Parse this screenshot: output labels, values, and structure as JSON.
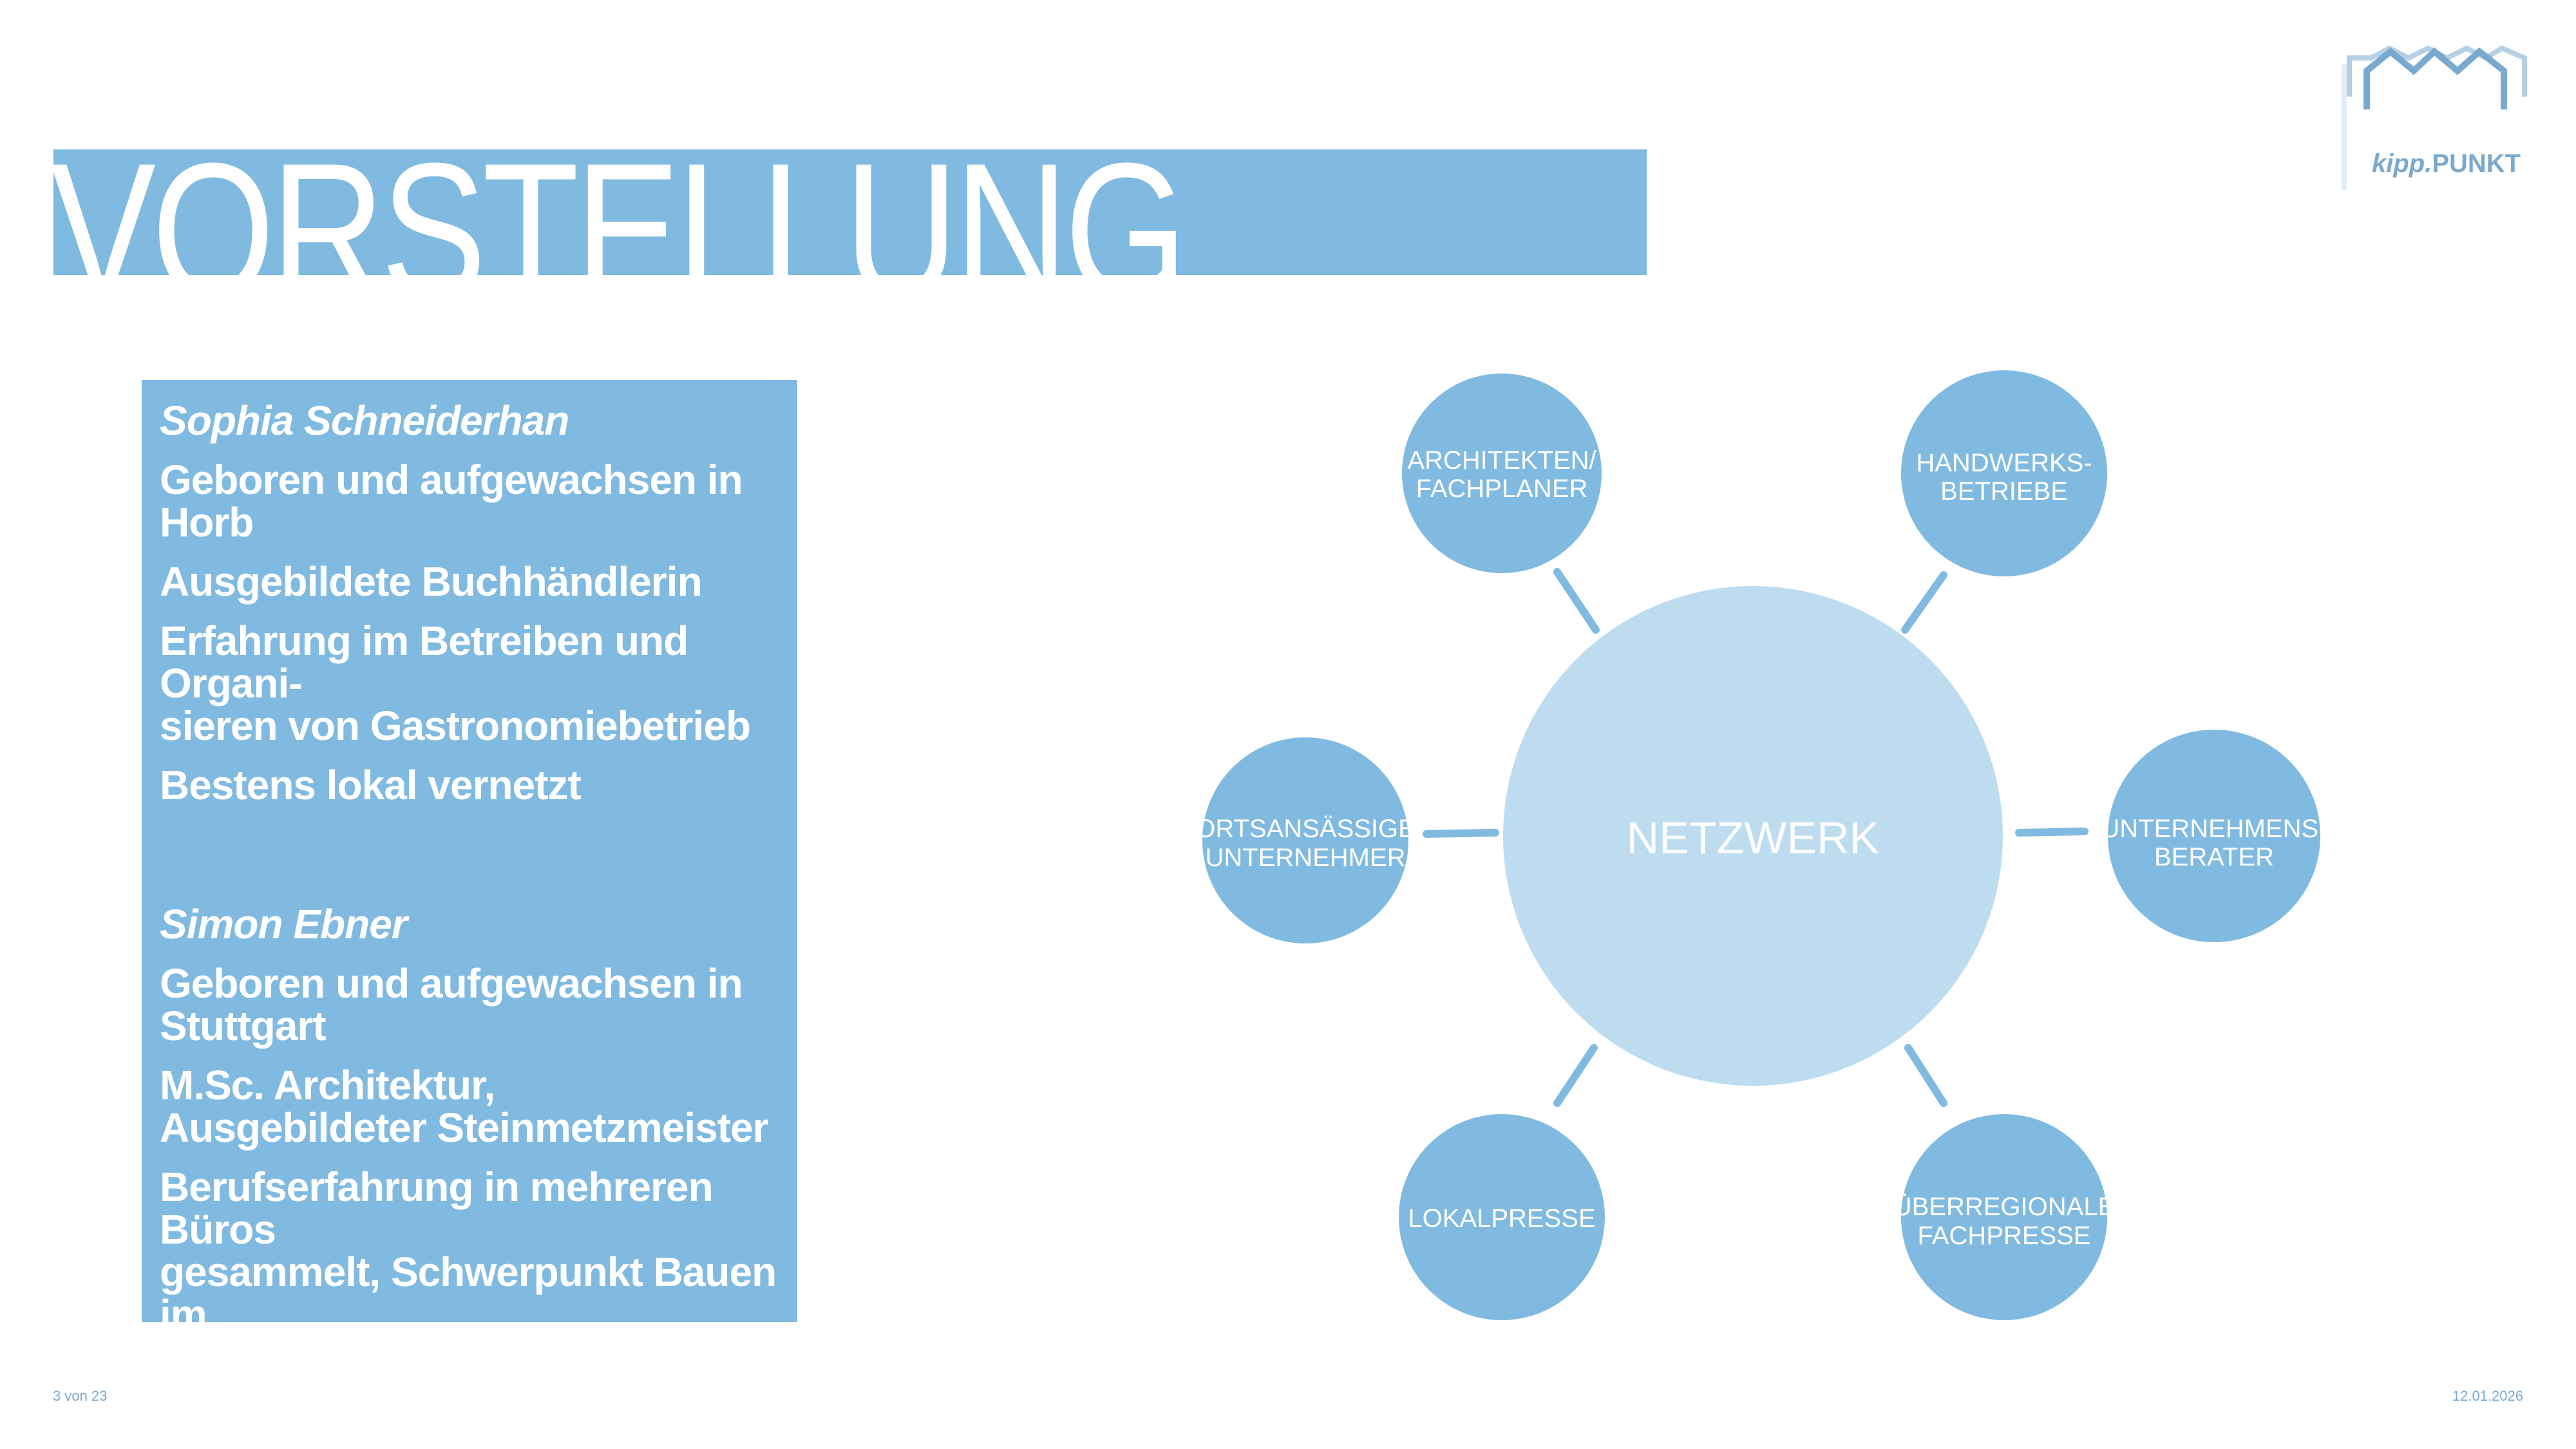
{
  "slide": {
    "title": "VORSTELLUNG",
    "logo_text_kipp": "kipp.",
    "logo_text_punkt": "PUNKT",
    "page_indicator": "3 von 23",
    "date": "12.01.2026"
  },
  "bios": [
    {
      "name": "Sophia Schneiderhan",
      "lines": [
        "Geboren und aufgewachsen in Horb",
        "Ausgebildete Buchhändlerin",
        "Erfahrung im Betreiben und Organi-\nsieren von Gastronomiebetrieb",
        "Bestens lokal vernetzt"
      ]
    },
    {
      "name": "Simon Ebner",
      "lines": [
        "Geboren und aufgewachsen in\nStuttgart",
        "M.Sc. Architektur,\nAusgebildeter Steinmetzmeister",
        "Berufserfahrung in mehreren Büros\ngesammelt, Schwerpunkt Bauen im\nBestand und Denkmalpflege"
      ]
    }
  ],
  "network": {
    "center_label": "NETZWERK",
    "nodes": [
      {
        "id": "architekten",
        "lines": [
          "ARCHITEKTEN/",
          "FACHPLANER"
        ]
      },
      {
        "id": "handwerk",
        "lines": [
          "HANDWERKS-",
          "BETRIEBE"
        ]
      },
      {
        "id": "ortsansaessige",
        "lines": [
          "ORTSANSÄSSIGE",
          "UNTERNEHMER"
        ]
      },
      {
        "id": "berater",
        "lines": [
          "UNTERNEHMENS-",
          "BERATER"
        ]
      },
      {
        "id": "lokalpresse",
        "lines": [
          "LOKALPRESSE"
        ]
      },
      {
        "id": "fachpresse",
        "lines": [
          "ÜBERREGIONALE",
          "FACHPRESSE"
        ]
      }
    ]
  },
  "colors": {
    "accent": "#80bae0",
    "center_circle": "#bddcef",
    "text_light": "#ffffff",
    "logo": "#7aa9cf"
  }
}
